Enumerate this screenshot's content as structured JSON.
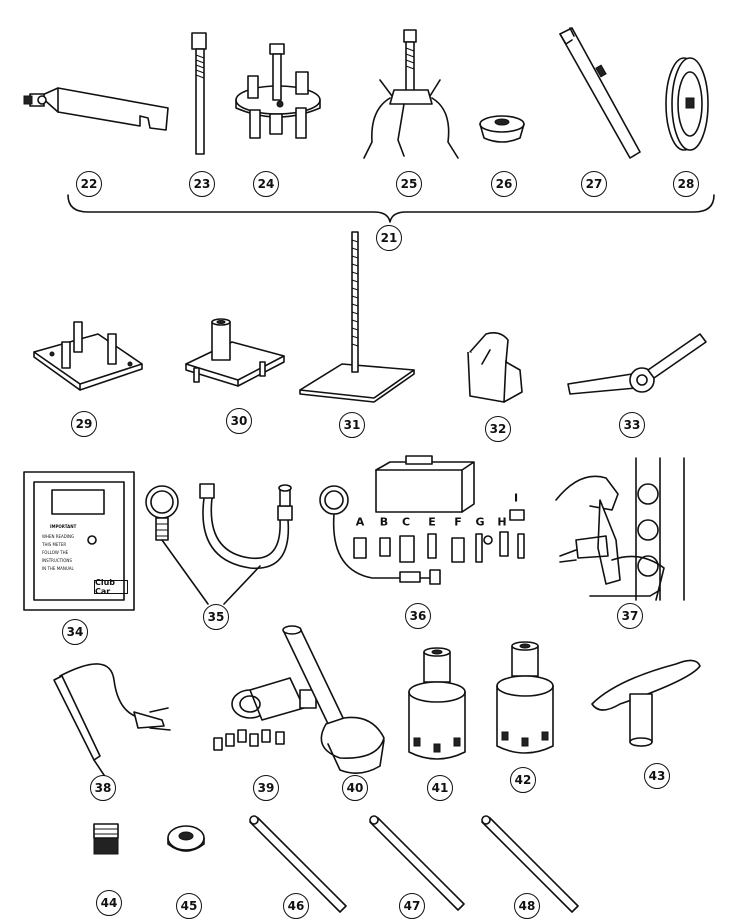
{
  "callouts": [
    {
      "id": "22",
      "label": "22"
    },
    {
      "id": "23",
      "label": "23"
    },
    {
      "id": "24",
      "label": "24"
    },
    {
      "id": "25",
      "label": "25"
    },
    {
      "id": "26",
      "label": "26"
    },
    {
      "id": "27",
      "label": "27"
    },
    {
      "id": "28",
      "label": "28"
    },
    {
      "id": "21",
      "label": "21"
    },
    {
      "id": "29",
      "label": "29"
    },
    {
      "id": "30",
      "label": "30"
    },
    {
      "id": "31",
      "label": "31"
    },
    {
      "id": "32",
      "label": "32"
    },
    {
      "id": "33",
      "label": "33"
    },
    {
      "id": "34",
      "label": "34"
    },
    {
      "id": "35",
      "label": "35"
    },
    {
      "id": "36",
      "label": "36"
    },
    {
      "id": "37",
      "label": "37"
    },
    {
      "id": "38",
      "label": "38"
    },
    {
      "id": "39",
      "label": "39"
    },
    {
      "id": "40",
      "label": "40"
    },
    {
      "id": "41",
      "label": "41"
    },
    {
      "id": "42",
      "label": "42"
    },
    {
      "id": "43",
      "label": "43"
    },
    {
      "id": "44",
      "label": "44"
    },
    {
      "id": "45",
      "label": "45"
    },
    {
      "id": "46",
      "label": "46"
    },
    {
      "id": "47",
      "label": "47"
    },
    {
      "id": "48",
      "label": "48"
    }
  ],
  "adapter_letters": [
    "A",
    "B",
    "C",
    "E",
    "F",
    "G",
    "H",
    "I"
  ],
  "meter": {
    "brand": "Club Car",
    "heading": "IMPORTANT",
    "lines": [
      "WHEN READING",
      "THIS METER",
      "FOLLOW THE",
      "INSTRUCTIONS",
      "IN THE MANUAL"
    ]
  },
  "colors": {
    "ink": "#111111",
    "paper": "#ffffff"
  }
}
